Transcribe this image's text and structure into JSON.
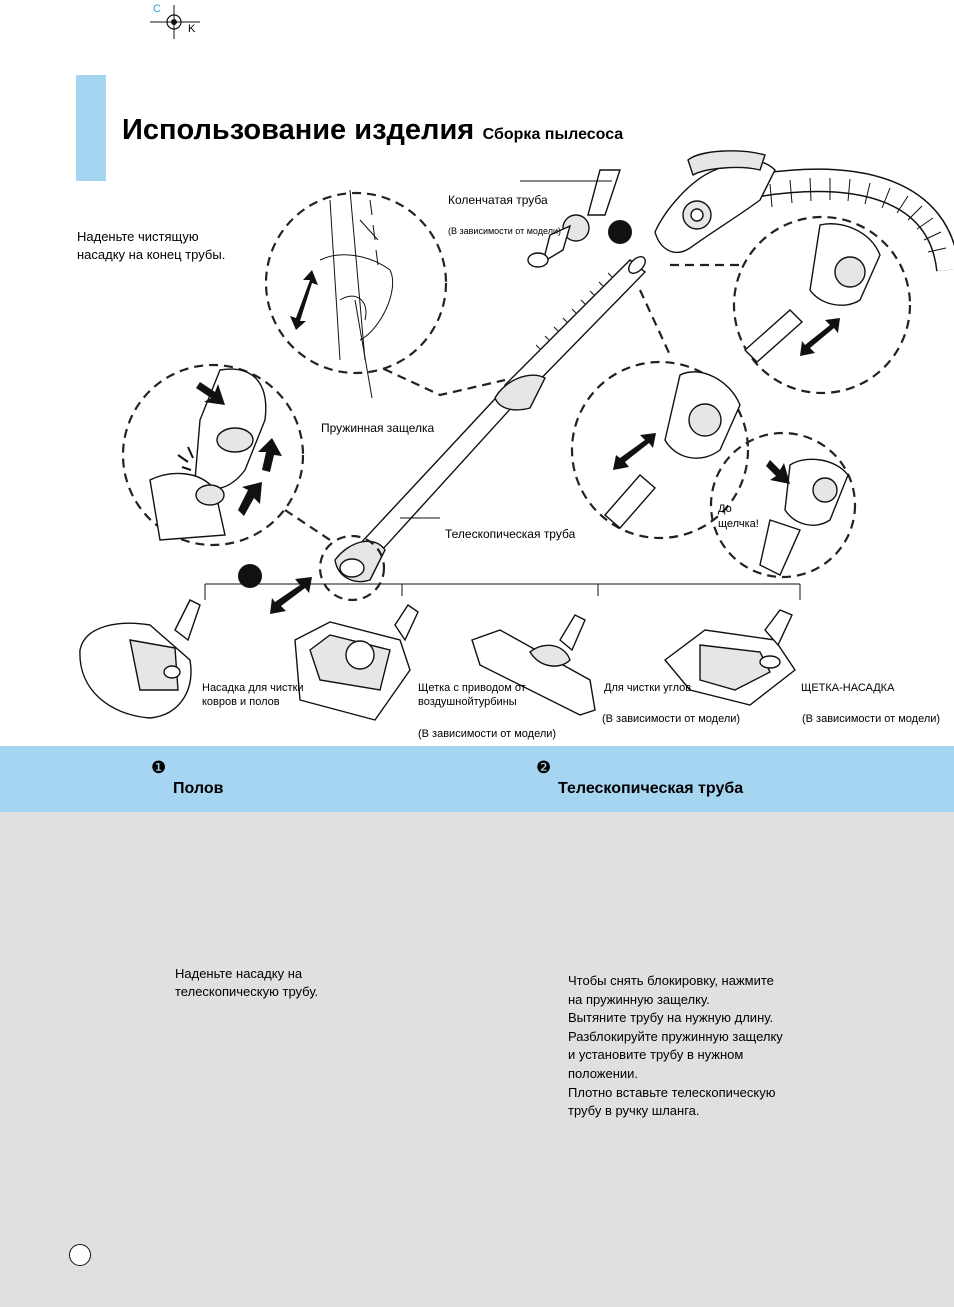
{
  "corner_mark": {
    "top_letter": "C",
    "bottom_letter": "K"
  },
  "header": {
    "title": "Использование изделия",
    "subtitle": "Сборка пылесоса"
  },
  "labels": {
    "elbow_tube": "Коленчатая труба",
    "elbow_tube_note": "(В зависимости от модели)",
    "attach_nozzle": [
      "Наденьте чистящую",
      "насадку на конец трубы."
    ],
    "spring_latch": "Пружинная защелка",
    "telescopic_tube": "Телескопическая труба",
    "until_click": [
      "До",
      "щелчка!"
    ]
  },
  "nozzles": [
    {
      "label": [
        "Насадка для чистки",
        "ковров и полов"
      ],
      "note": ""
    },
    {
      "label": [
        "Щетка с приводом от",
        "воздушнойтурбины"
      ],
      "note": "(В зависимости от модели)"
    },
    {
      "label": [
        "Для чистки углов"
      ],
      "note": "(В зависимости от модели)"
    },
    {
      "label": [
        "ЩЕТКА-НАСАДКА"
      ],
      "note": "(В зависимости от модели)"
    }
  ],
  "steps": [
    {
      "number": "❶",
      "title": "Полов",
      "text": [
        "Наденьте насадку на",
        "телескопическую трубу."
      ]
    },
    {
      "number": "❷",
      "title": "Телескопическая труба",
      "text": [
        "Чтобы снять блокировку, нажмите",
        "на пружинную защелку.",
        "Вытяните трубу на нужную длину.",
        "Разблокируйте пружинную защелку",
        "и установите трубу в нужном",
        "положении.",
        "Плотно вставьте телескопическую",
        "трубу в ручку шланга."
      ]
    }
  ],
  "colors": {
    "accent_blue": "#a6d5f2",
    "panel_gray": "#e0e0e0",
    "corner_c": "#2aa0e0"
  }
}
